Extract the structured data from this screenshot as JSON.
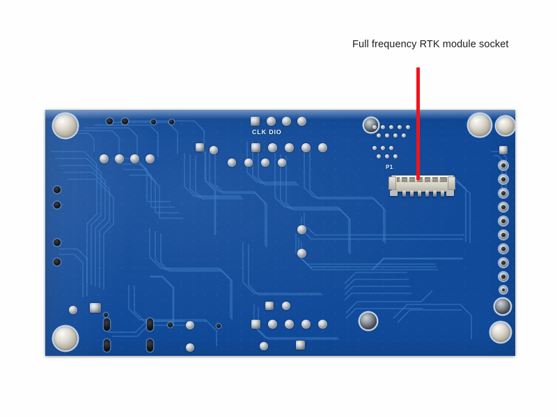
{
  "image": {
    "subject": "printed-circuit-board-back-side",
    "background_color": "#ffffff",
    "board_color": "#114a99",
    "trace_color": "#3d7ec4"
  },
  "annotation": {
    "label": "Full frequency RTK module socket",
    "pointer_color": "#f3121a"
  },
  "silkscreen": {
    "clk_dio": "CLK DIO",
    "p1": "P1"
  },
  "connector": {
    "designator": "P1",
    "type": "fpc-socket",
    "pin_count": 6,
    "body_color": "#e2e0d7"
  }
}
